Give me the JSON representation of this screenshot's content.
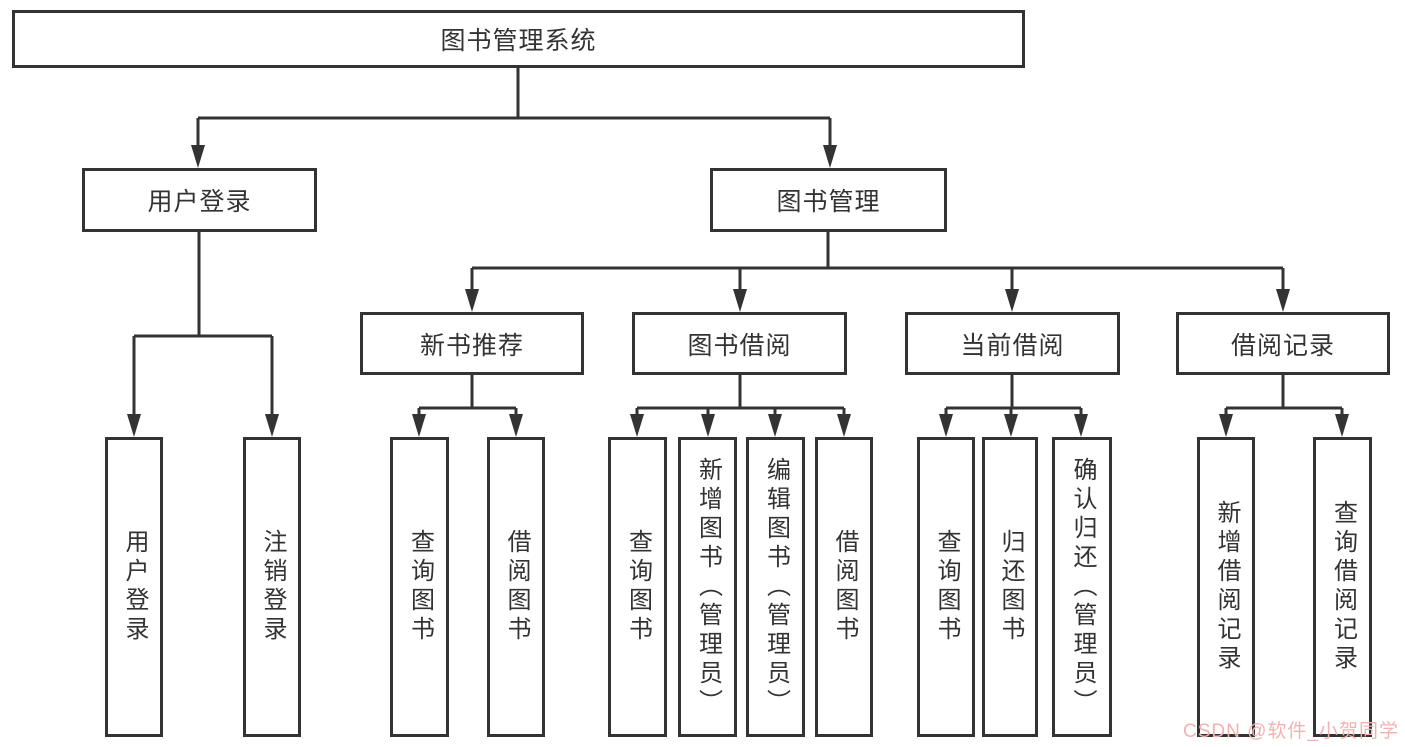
{
  "diagram": {
    "type": "hierarchy",
    "tree": {
      "label": "图书管理系统",
      "children": [
        {
          "label": "用户登录",
          "children": [
            {
              "label": "用户登录"
            },
            {
              "label": "注销登录"
            }
          ]
        },
        {
          "label": "图书管理",
          "children": [
            {
              "label": "新书推荐",
              "children": [
                {
                  "label": "查询图书"
                },
                {
                  "label": "借阅图书"
                }
              ]
            },
            {
              "label": "图书借阅",
              "children": [
                {
                  "label": "查询图书"
                },
                {
                  "label": "新增图书（管理员）"
                },
                {
                  "label": "编辑图书（管理员）"
                },
                {
                  "label": "借阅图书"
                }
              ]
            },
            {
              "label": "当前借阅",
              "children": [
                {
                  "label": "查询图书"
                },
                {
                  "label": "归还图书"
                },
                {
                  "label": "确认归还（管理员）"
                }
              ]
            },
            {
              "label": "借阅记录",
              "children": [
                {
                  "label": "新增借阅记录"
                },
                {
                  "label": "查询借阅记录"
                }
              ]
            }
          ]
        }
      ]
    },
    "colors": {
      "line": "#333333",
      "box_background": "#ffffff",
      "text": "#333333",
      "watermark": "#f2b2b2"
    }
  },
  "watermark": {
    "text": "CSDN @软件_小贺同学"
  }
}
